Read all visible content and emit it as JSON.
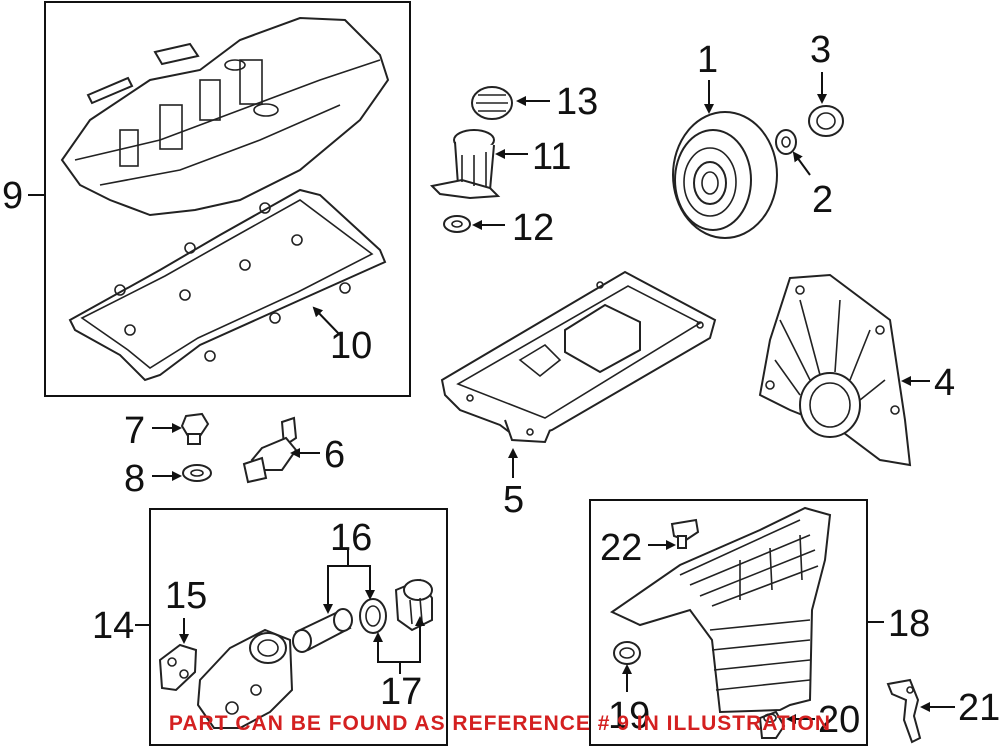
{
  "callouts": {
    "c1": "1",
    "c2": "2",
    "c3": "3",
    "c4": "4",
    "c5": "5",
    "c6": "6",
    "c7": "7",
    "c8": "8",
    "c9": "9",
    "c10": "10",
    "c11": "11",
    "c12": "12",
    "c13": "13",
    "c14": "14",
    "c15": "15",
    "c16": "16",
    "c17": "17",
    "c18": "18",
    "c19": "19",
    "c20": "20",
    "c21": "21",
    "c22": "22"
  },
  "notice": "PART CAN BE FOUND AS REFERENCE # 9 IN ILLUSTRATION",
  "colors": {
    "notice": "#d42020",
    "line": "#222222",
    "background": "#ffffff"
  }
}
